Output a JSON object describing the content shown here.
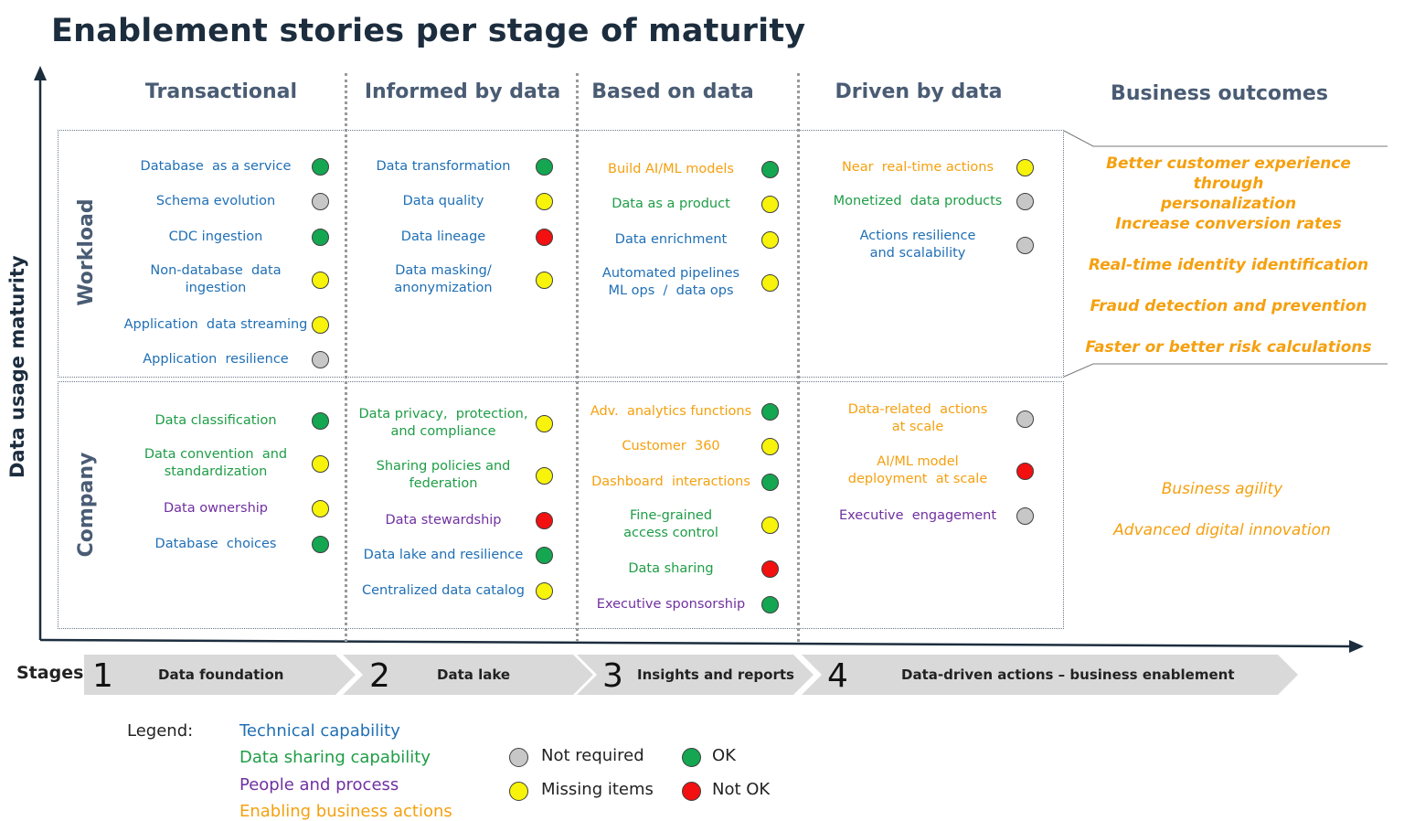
{
  "title": "Enablement stories per stage of maturity",
  "y_axis_label": "Data usage maturity",
  "columns": [
    {
      "label": "Transactional"
    },
    {
      "label": "Informed by data"
    },
    {
      "label": "Based on data"
    },
    {
      "label": "Driven by data"
    },
    {
      "label": "Business outcomes"
    }
  ],
  "rows": [
    {
      "label": "Workload"
    },
    {
      "label": "Company"
    }
  ],
  "status_colors": {
    "ok": "#14a651",
    "missing": "#f7f30a",
    "not_ok": "#f21010",
    "not_required": "#c7c7c7"
  },
  "category_colors": {
    "technical": "#1f6fb5",
    "sharing": "#1e9d46",
    "people": "#7030a0",
    "business": "#f5a00f"
  },
  "cells": {
    "workload": [
      [
        {
          "text": "Database  as a service",
          "cat": "technical",
          "status": "ok"
        },
        {
          "text": "Schema evolution",
          "cat": "technical",
          "status": "not_required"
        },
        {
          "text": "CDC ingestion",
          "cat": "technical",
          "status": "ok"
        },
        {
          "text": "Non-database  data\ningestion",
          "cat": "technical",
          "status": "missing"
        },
        {
          "text": "Application  data streaming",
          "cat": "technical",
          "status": "missing"
        },
        {
          "text": "Application  resilience",
          "cat": "technical",
          "status": "not_required"
        }
      ],
      [
        {
          "text": "Data transformation",
          "cat": "technical",
          "status": "ok"
        },
        {
          "text": "Data quality",
          "cat": "technical",
          "status": "missing"
        },
        {
          "text": "Data lineage",
          "cat": "technical",
          "status": "not_ok"
        },
        {
          "text": "Data masking/\nanonymization",
          "cat": "technical",
          "status": "missing"
        }
      ],
      [
        {
          "text": "Build AI/ML models",
          "cat": "business",
          "status": "ok"
        },
        {
          "text": "Data as a product",
          "cat": "sharing",
          "status": "missing"
        },
        {
          "text": "Data enrichment",
          "cat": "technical",
          "status": "missing"
        },
        {
          "text": "Automated pipelines\nML ops  /  data ops",
          "cat": "technical",
          "status": "missing"
        }
      ],
      [
        {
          "text": "Near  real-time actions",
          "cat": "business",
          "status": "missing"
        },
        {
          "text": "Monetized  data products",
          "cat": "sharing",
          "status": "not_required"
        },
        {
          "text": "Actions resilience\nand scalability",
          "cat": "technical",
          "status": "not_required"
        }
      ]
    ],
    "company": [
      [
        {
          "text": "Data classification",
          "cat": "sharing",
          "status": "ok"
        },
        {
          "text": "Data convention  and\nstandardization",
          "cat": "sharing",
          "status": "missing"
        },
        {
          "text": "Data ownership",
          "cat": "people",
          "status": "missing"
        },
        {
          "text": "Database  choices",
          "cat": "technical",
          "status": "ok"
        }
      ],
      [
        {
          "text": "Data privacy,  protection,\nand compliance",
          "cat": "sharing",
          "status": "missing"
        },
        {
          "text": "Sharing policies and\nfederation",
          "cat": "sharing",
          "status": "missing"
        },
        {
          "text": "Data stewardship",
          "cat": "people",
          "status": "not_ok"
        },
        {
          "text": "Data lake and resilience",
          "cat": "technical",
          "status": "ok"
        },
        {
          "text": "Centralized data catalog",
          "cat": "technical",
          "status": "missing"
        }
      ],
      [
        {
          "text": "Adv.  analytics functions",
          "cat": "business",
          "status": "ok"
        },
        {
          "text": "Customer  360",
          "cat": "business",
          "status": "missing"
        },
        {
          "text": "Dashboard  interactions",
          "cat": "business",
          "status": "ok"
        },
        {
          "text": "Fine-grained\naccess control",
          "cat": "sharing",
          "status": "missing"
        },
        {
          "text": "Data sharing",
          "cat": "sharing",
          "status": "not_ok"
        },
        {
          "text": "Executive sponsorship",
          "cat": "people",
          "status": "ok"
        }
      ],
      [
        {
          "text": "Data-related  actions\nat scale",
          "cat": "business",
          "status": "not_required"
        },
        {
          "text": "AI/ML model\ndeployment  at scale",
          "cat": "business",
          "status": "not_ok"
        },
        {
          "text": "Executive  engagement",
          "cat": "people",
          "status": "not_required"
        }
      ]
    ]
  },
  "business_outcomes": {
    "workload": [
      "Better customer experience through\npersonalization",
      "Increase conversion rates",
      "Real-time identity identification",
      "Fraud detection and prevention",
      "Faster or better risk calculations"
    ],
    "company": [
      "Business agility",
      "Advanced digital innovation"
    ]
  },
  "stages": {
    "label": "Stages",
    "items": [
      {
        "number": "1",
        "label": "Data foundation"
      },
      {
        "number": "2",
        "label": "Data lake"
      },
      {
        "number": "3",
        "label": "Insights and reports"
      },
      {
        "number": "4",
        "label": "Data-driven actions – business enablement"
      }
    ]
  },
  "legend": {
    "title": "Legend:",
    "categories": [
      {
        "text": "Technical capability",
        "cat": "technical"
      },
      {
        "text": "Data sharing capability",
        "cat": "sharing"
      },
      {
        "text": "People and process",
        "cat": "people"
      },
      {
        "text": "Enabling business actions",
        "cat": "business"
      }
    ],
    "statuses": [
      {
        "text": "Not required",
        "status": "not_required"
      },
      {
        "text": "OK",
        "status": "ok"
      },
      {
        "text": "Missing items",
        "status": "missing"
      },
      {
        "text": "Not OK",
        "status": "not_ok"
      }
    ]
  }
}
